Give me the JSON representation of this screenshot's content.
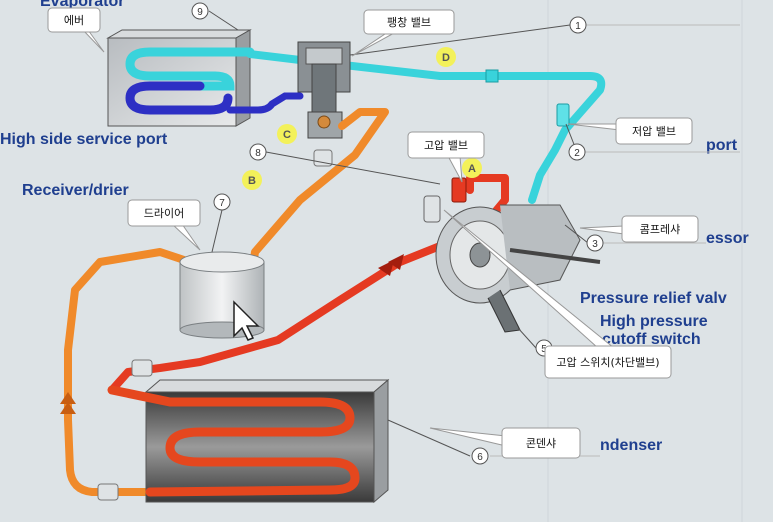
{
  "english_labels": {
    "evaporator": "Evaporator",
    "high_side_service_port": "High side service port",
    "receiver_drier": "Receiver/drier",
    "service_port_partial": "port",
    "compressor_partial": "essor",
    "pressure_relief_valve": "Pressure relief valv",
    "high_pressure": "High pressure",
    "cutoff_switch": "cutoff switch",
    "condenser_partial": "ndenser"
  },
  "callouts": {
    "evaporator": "에버",
    "expansion_valve": "팽창 밸브",
    "high_valve": "고압 밸브",
    "low_valve": "저압 밸브",
    "drier": "드라이어",
    "compressor": "콤프레샤",
    "high_switch": "고압 스위치(차단밸브)",
    "condenser": "콘덴샤"
  },
  "numbers": {
    "n1": "1",
    "n2": "2",
    "n3": "3",
    "n5": "5",
    "n6": "6",
    "n7": "7",
    "n8": "8",
    "n9": "9"
  },
  "letters": {
    "a": "A",
    "b": "B",
    "c": "C",
    "d": "D"
  },
  "colors": {
    "background": "#dde3e6",
    "low_pressure_line": "#39d3db",
    "high_pressure_gas_line": "#e53a22",
    "high_pressure_liquid_line": "#f08a2a",
    "evaporator_coil": "#2d2fc4",
    "callout_fill": "#ffffff",
    "letter_badge": "#f3f15a",
    "label_text": "#1f3f8f"
  }
}
